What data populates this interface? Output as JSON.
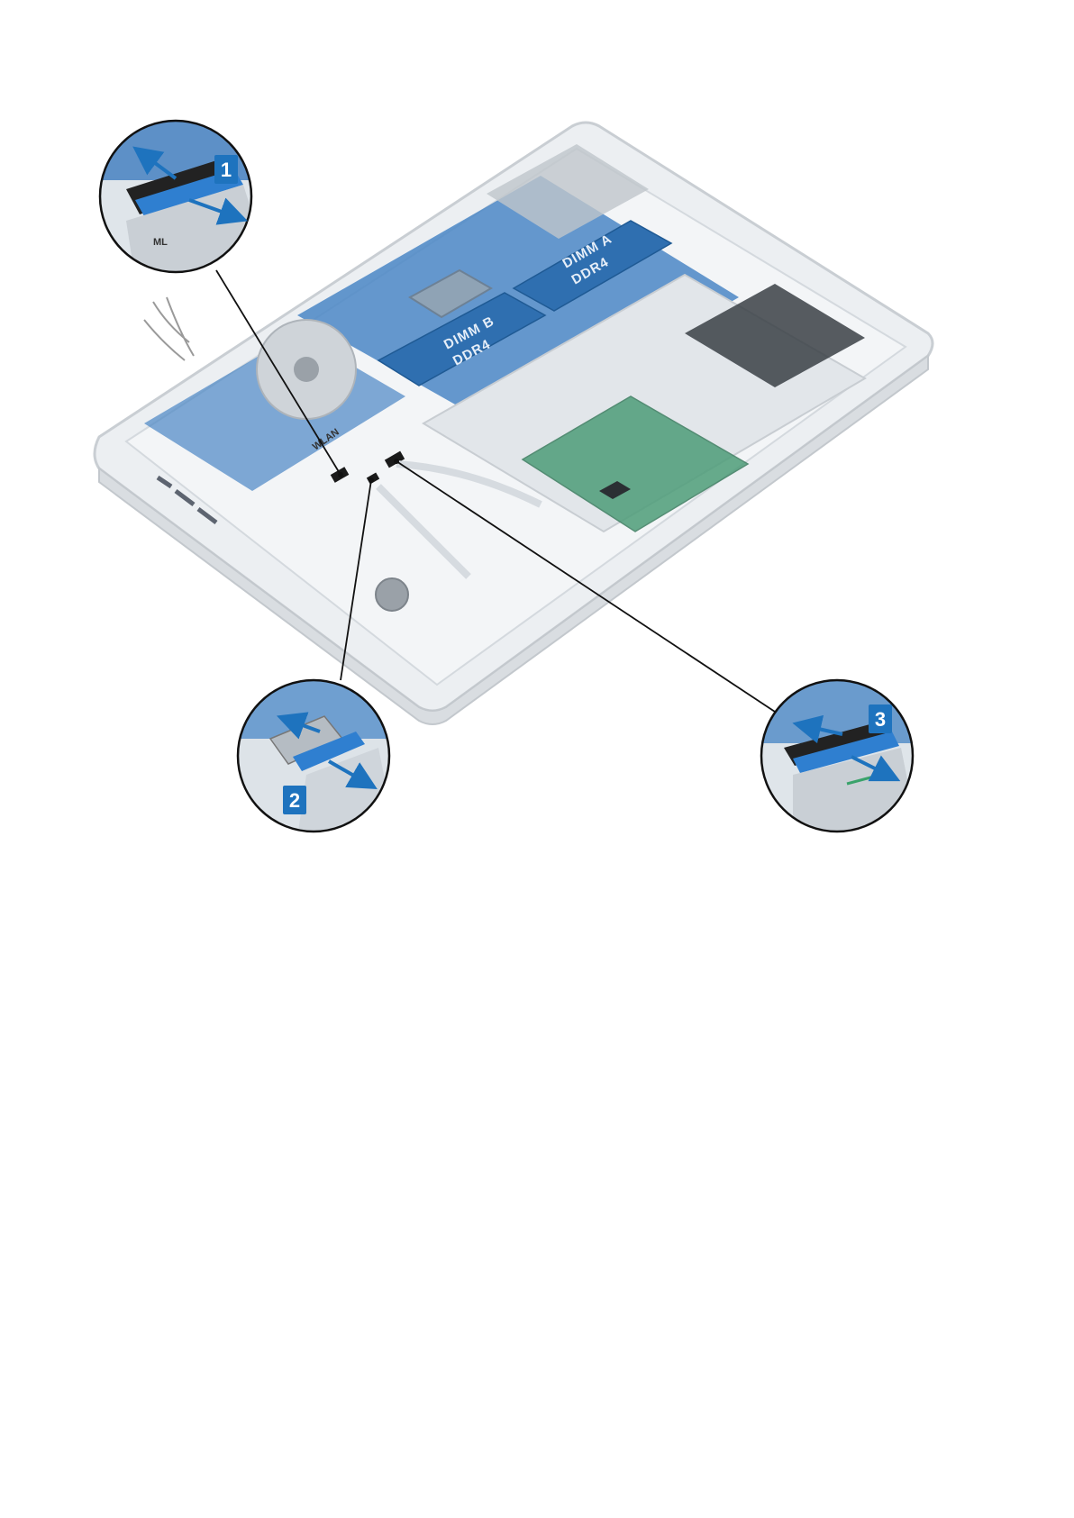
{
  "colors": {
    "accent": "#1e73be",
    "board": "#3f7fc0",
    "chassis": "#e9ecef",
    "line": "#111111"
  },
  "board_labels": {
    "dimm_a_line1": "DIMM A",
    "dimm_a_line2": "DDR4",
    "dimm_b_line1": "DIMM B",
    "dimm_b_line2": "DDR4",
    "wlan": "WLAN"
  },
  "callouts": [
    {
      "number": "1"
    },
    {
      "number": "2"
    },
    {
      "number": "3"
    }
  ],
  "icons": [
    "arrow-up-left-icon",
    "arrow-down-right-icon"
  ]
}
